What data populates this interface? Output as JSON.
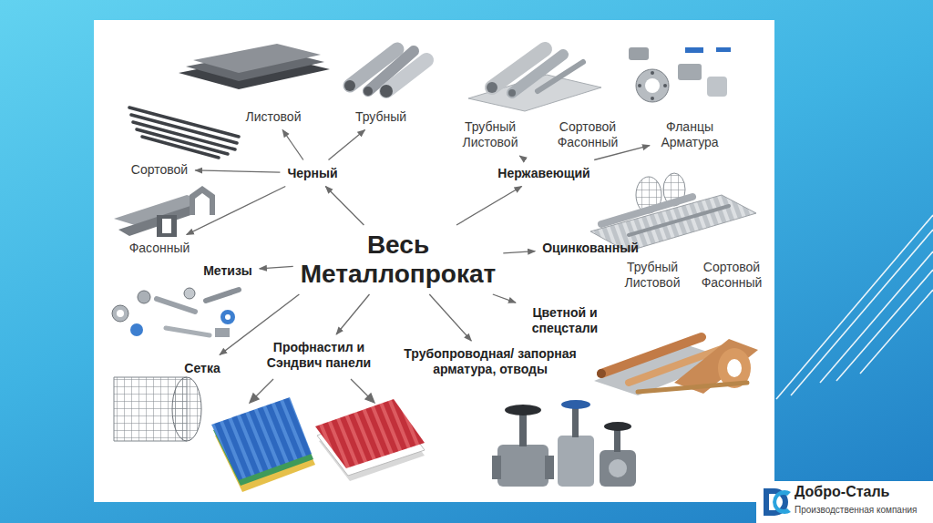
{
  "diagram": {
    "nodes": [
      {
        "text": [
          "Листовой"
        ]
      },
      {
        "text": [
          "Трубный"
        ]
      },
      {
        "text": [
          "Трубный Листовой"
        ]
      },
      {
        "text": [
          "Сортовой Фасонный"
        ]
      },
      {
        "text": [
          "Фланцы Арматура"
        ]
      },
      {
        "text": [
          "Сортовой"
        ]
      },
      {
        "text": [
          "Черный"
        ]
      },
      {
        "text": [
          "Нержавеющий"
        ]
      },
      {
        "text": [
          "Весь Металлопрокат"
        ]
      },
      {
        "text": [
          "Фасонный"
        ]
      },
      {
        "text": [
          "Оцинкованный"
        ]
      },
      {
        "text": [
          "Трубный Листовой"
        ]
      },
      {
        "text": [
          "Сортовой Фасонный"
        ]
      },
      {
        "text": [
          "Метизы"
        ]
      },
      {
        "text": [
          "Цветной и спецстали"
        ]
      },
      {
        "text": [
          "Сетка"
        ]
      },
      {
        "text": [
          "Профнастил и Сэндвич панели"
        ]
      },
      {
        "text": [
          "Трубопроводная/ запорная арматура, отводы"
        ]
      }
    ],
    "edges": [
      {
        "from": 8,
        "to": 6,
        "arrow": "to"
      },
      {
        "from": 8,
        "to": 7,
        "arrow": "to"
      },
      {
        "from": 8,
        "to": 10,
        "arrow": "to"
      },
      {
        "from": 8,
        "to": 13,
        "arrow": "to"
      },
      {
        "from": 8,
        "to": 14,
        "arrow": "to"
      },
      {
        "from": 8,
        "to": 15,
        "arrow": "to"
      },
      {
        "from": 8,
        "to": 16,
        "arrow": "to"
      },
      {
        "from": 8,
        "to": 17,
        "arrow": "to"
      },
      {
        "from": 6,
        "to": 0,
        "arrow": "to"
      },
      {
        "from": 6,
        "to": 1,
        "arrow": "to"
      },
      {
        "from": 6,
        "to": 5,
        "arrow": "to"
      },
      {
        "from": 6,
        "to": 9,
        "arrow": "to"
      },
      {
        "from": 7,
        "to": 2,
        "arrow": "to"
      },
      {
        "from": 7,
        "to": 4,
        "arrow": "to"
      }
    ],
    "labels": [
      "Добро-Сталь",
      "Производственная компания"
    ]
  }
}
